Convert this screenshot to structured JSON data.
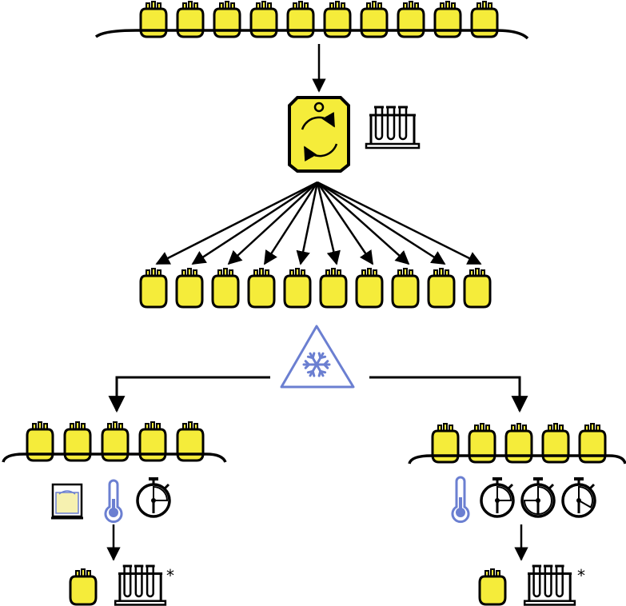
{
  "diagram": {
    "top_row": {
      "bag_count": 10,
      "icon": "blood-bag-icon"
    },
    "pooling_device": {
      "icon": "rotator-incubator-icon",
      "companion_icon": "test-tube-rack-icon"
    },
    "split_row": {
      "bag_count": 10,
      "icon": "blood-bag-icon"
    },
    "freeze_warning": {
      "icon": "low-temperature-warning-icon"
    },
    "left_branch": {
      "bag_count": 5,
      "conditions": [
        "water-bath-icon",
        "thermometer-icon",
        "timer-icon"
      ],
      "timer_count": 1,
      "result_bag_count": 1,
      "result_icon": "test-tube-rack-icon",
      "note_mark": "*"
    },
    "right_branch": {
      "bag_count": 5,
      "conditions": [
        "thermometer-icon",
        "timer-icon",
        "timer-icon",
        "timer-icon"
      ],
      "timer_count": 3,
      "result_bag_count": 1,
      "result_icon": "test-tube-rack-icon",
      "note_mark": "*"
    }
  },
  "colors": {
    "bag_fill": "#f5ec3a",
    "bag_stroke": "#000000",
    "accent_blue": "#6b7fd1",
    "bath_fill": "#f6f1b0"
  }
}
